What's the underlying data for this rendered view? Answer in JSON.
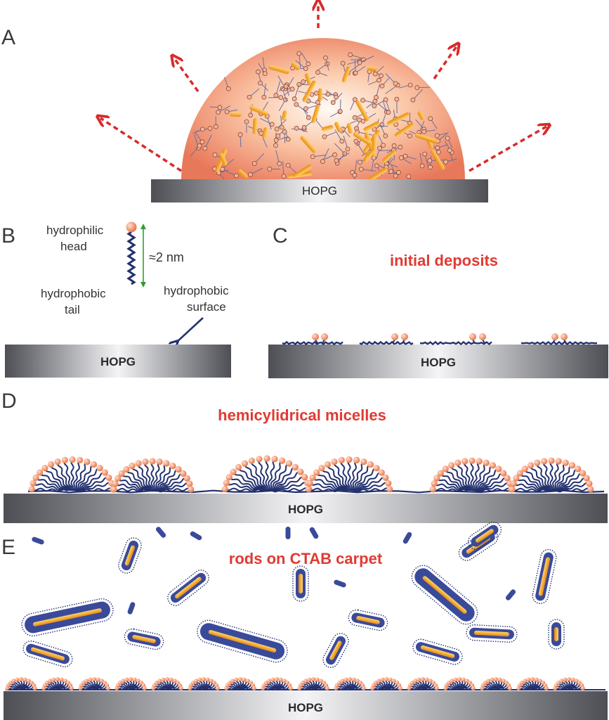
{
  "panels": {
    "a": {
      "letter": "A",
      "substrate": "HOPG"
    },
    "b": {
      "letter": "B",
      "head_label_1": "hydrophilic",
      "head_label_2": "head",
      "tail_label_1": "hydrophobic",
      "tail_label_2": "tail",
      "length_label": "≈2 nm",
      "surface_label_1": "hydrophobic",
      "surface_label_2": "surface",
      "substrate": "HOPG"
    },
    "c": {
      "letter": "C",
      "title": "initial deposits",
      "substrate": "HOPG"
    },
    "d": {
      "letter": "D",
      "title": "hemicylidrical micelles",
      "substrate": "HOPG"
    },
    "e": {
      "letter": "E",
      "title": "rods on CTAB carpet",
      "substrate": "HOPG"
    }
  },
  "colors": {
    "tail": "#23306e",
    "head": "#f08a66",
    "rod": "#f5a623",
    "arrow_red": "#d82a2a",
    "length_marker": "#2ca02c",
    "title_red": "#e03a32"
  }
}
